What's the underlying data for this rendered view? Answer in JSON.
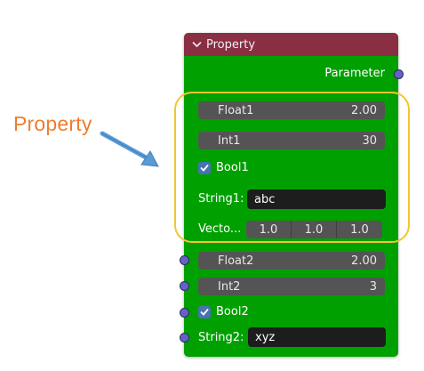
{
  "annotation": {
    "label": "Property"
  },
  "node": {
    "title": "Property",
    "output_label": "Parameter",
    "group_props": {
      "float1": {
        "label": "Float1",
        "value": "2.00"
      },
      "int1": {
        "label": "Int1",
        "value": "30"
      },
      "bool1": {
        "label": "Bool1",
        "checked": true
      },
      "string1": {
        "label": "String1:",
        "value": "abc"
      },
      "vector": {
        "label": "Vecto...",
        "values": [
          "1.0",
          "1.0",
          "1.0"
        ]
      }
    },
    "inputs": {
      "float2": {
        "label": "Float2",
        "value": "2.00"
      },
      "int2": {
        "label": "Int2",
        "value": "3"
      },
      "bool2": {
        "label": "Bool2",
        "checked": true
      },
      "string2": {
        "label": "String2:",
        "value": "xyz"
      }
    }
  },
  "colors": {
    "header": "#8a2e43",
    "body": "#00a000",
    "socket": "#6363c7",
    "highlight": "#f2c531",
    "annotation_text": "#ed7d31",
    "arrow": "#5b9bd5"
  }
}
